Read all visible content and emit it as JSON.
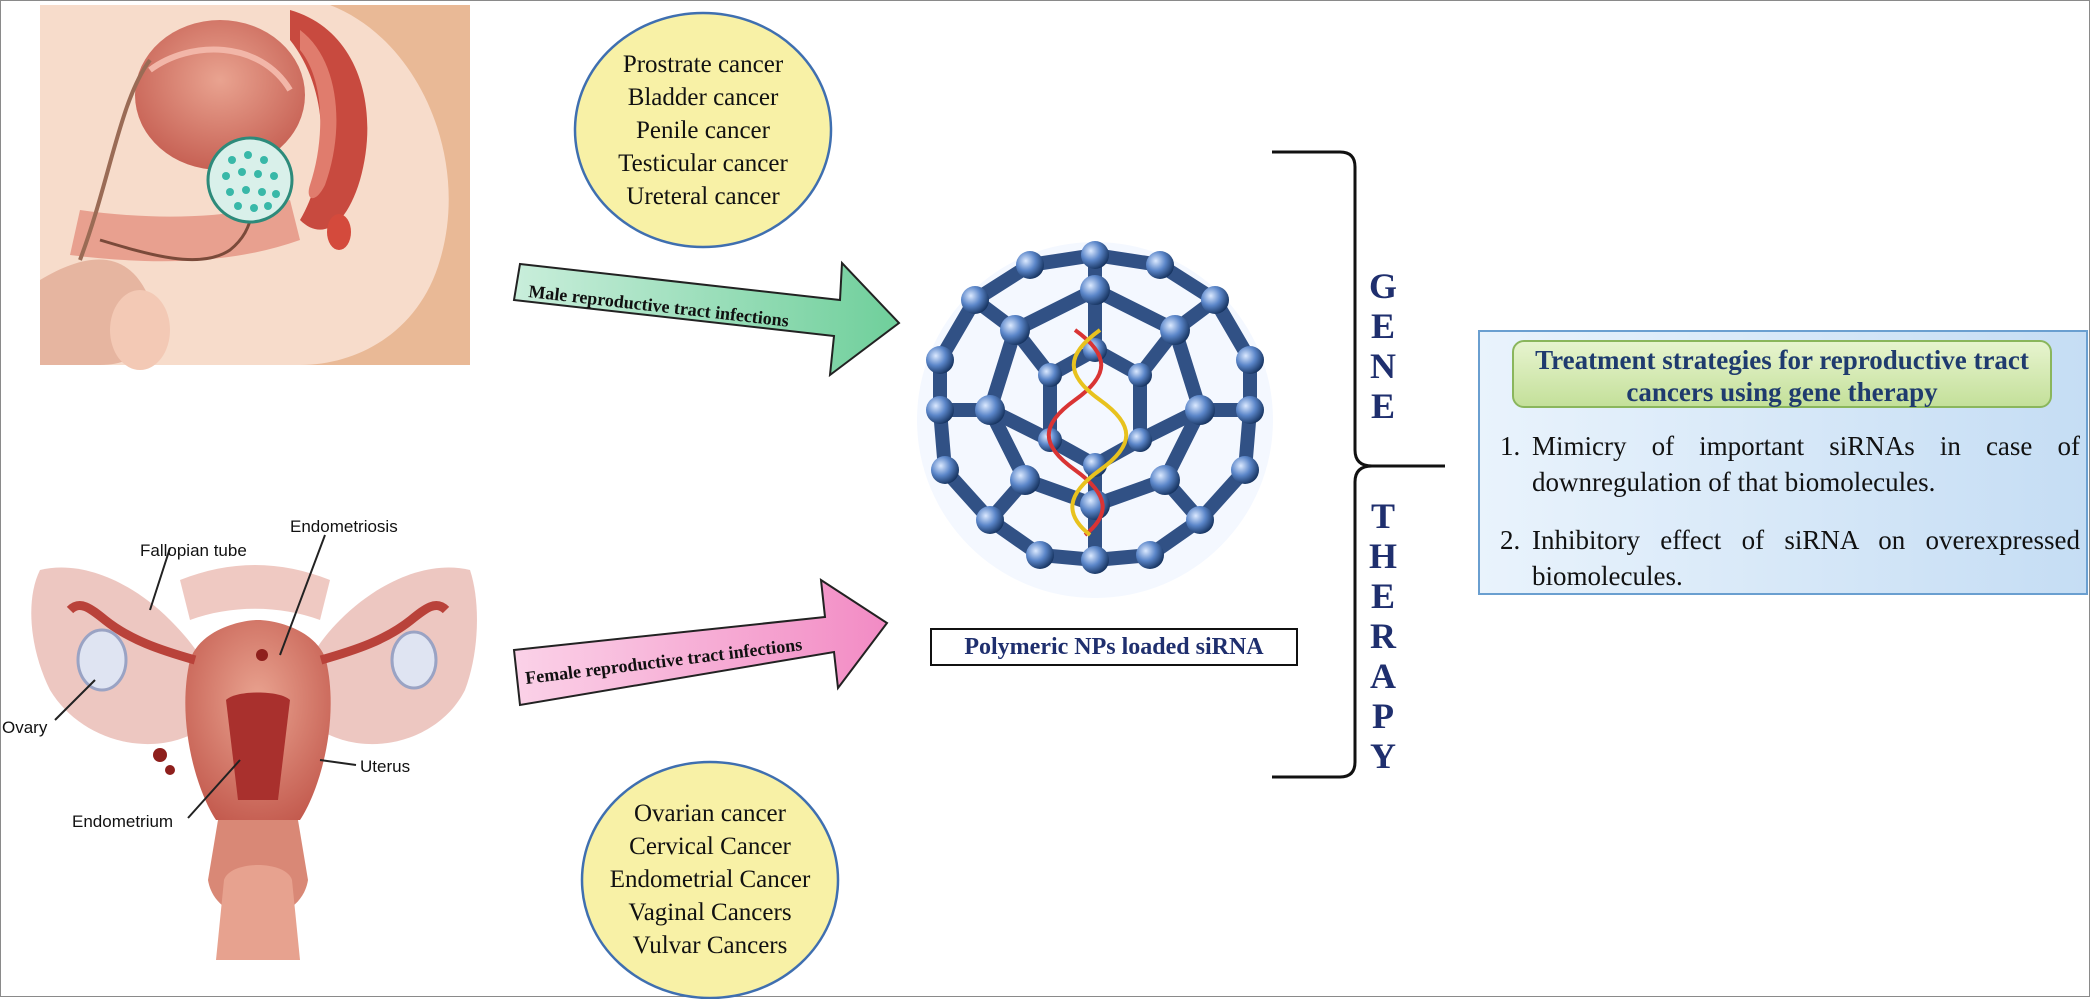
{
  "male_cancers": [
    "Prostrate cancer",
    "Bladder cancer",
    "Penile cancer",
    "Testicular cancer",
    "Ureteral cancer"
  ],
  "female_cancers": [
    "Ovarian cancer",
    "Cervical Cancer",
    "Endometrial Cancer",
    "Vaginal Cancers",
    "Vulvar Cancers"
  ],
  "arrows": {
    "male": "Male reproductive tract infections",
    "female": "Female reproductive tract infections"
  },
  "nanoparticle_label": "Polymeric NPs loaded siRNA",
  "gene_therapy": {
    "word1": [
      "G",
      "E",
      "N",
      "E"
    ],
    "word2": [
      "T",
      "H",
      "E",
      "R",
      "A",
      "P",
      "Y"
    ]
  },
  "female_anatomy_labels": {
    "fallopian_tube": "Fallopian tube",
    "endometriosis": "Endometriosis",
    "ovary": "Ovary",
    "uterus": "Uterus",
    "endometrium": "Endometrium"
  },
  "treatment": {
    "title": "Treatment strategies for reproductive tract cancers using gene therapy",
    "items": [
      {
        "num": "1.",
        "text": "Mimicry of important siRNAs in case of downregulation of that biomolecules."
      },
      {
        "num": "2.",
        "text": "Inhibitory effect of siRNA on overexpressed biomolecules."
      }
    ]
  },
  "colors": {
    "circle_fill": "#f8f1a6",
    "circle_stroke": "#3f6fb0",
    "male_arrow": "#8fd6b2",
    "female_arrow": "#f6a9d2",
    "gene_therapy_text": "#1f2f6e",
    "treatment_title": "#1f3b6e"
  }
}
